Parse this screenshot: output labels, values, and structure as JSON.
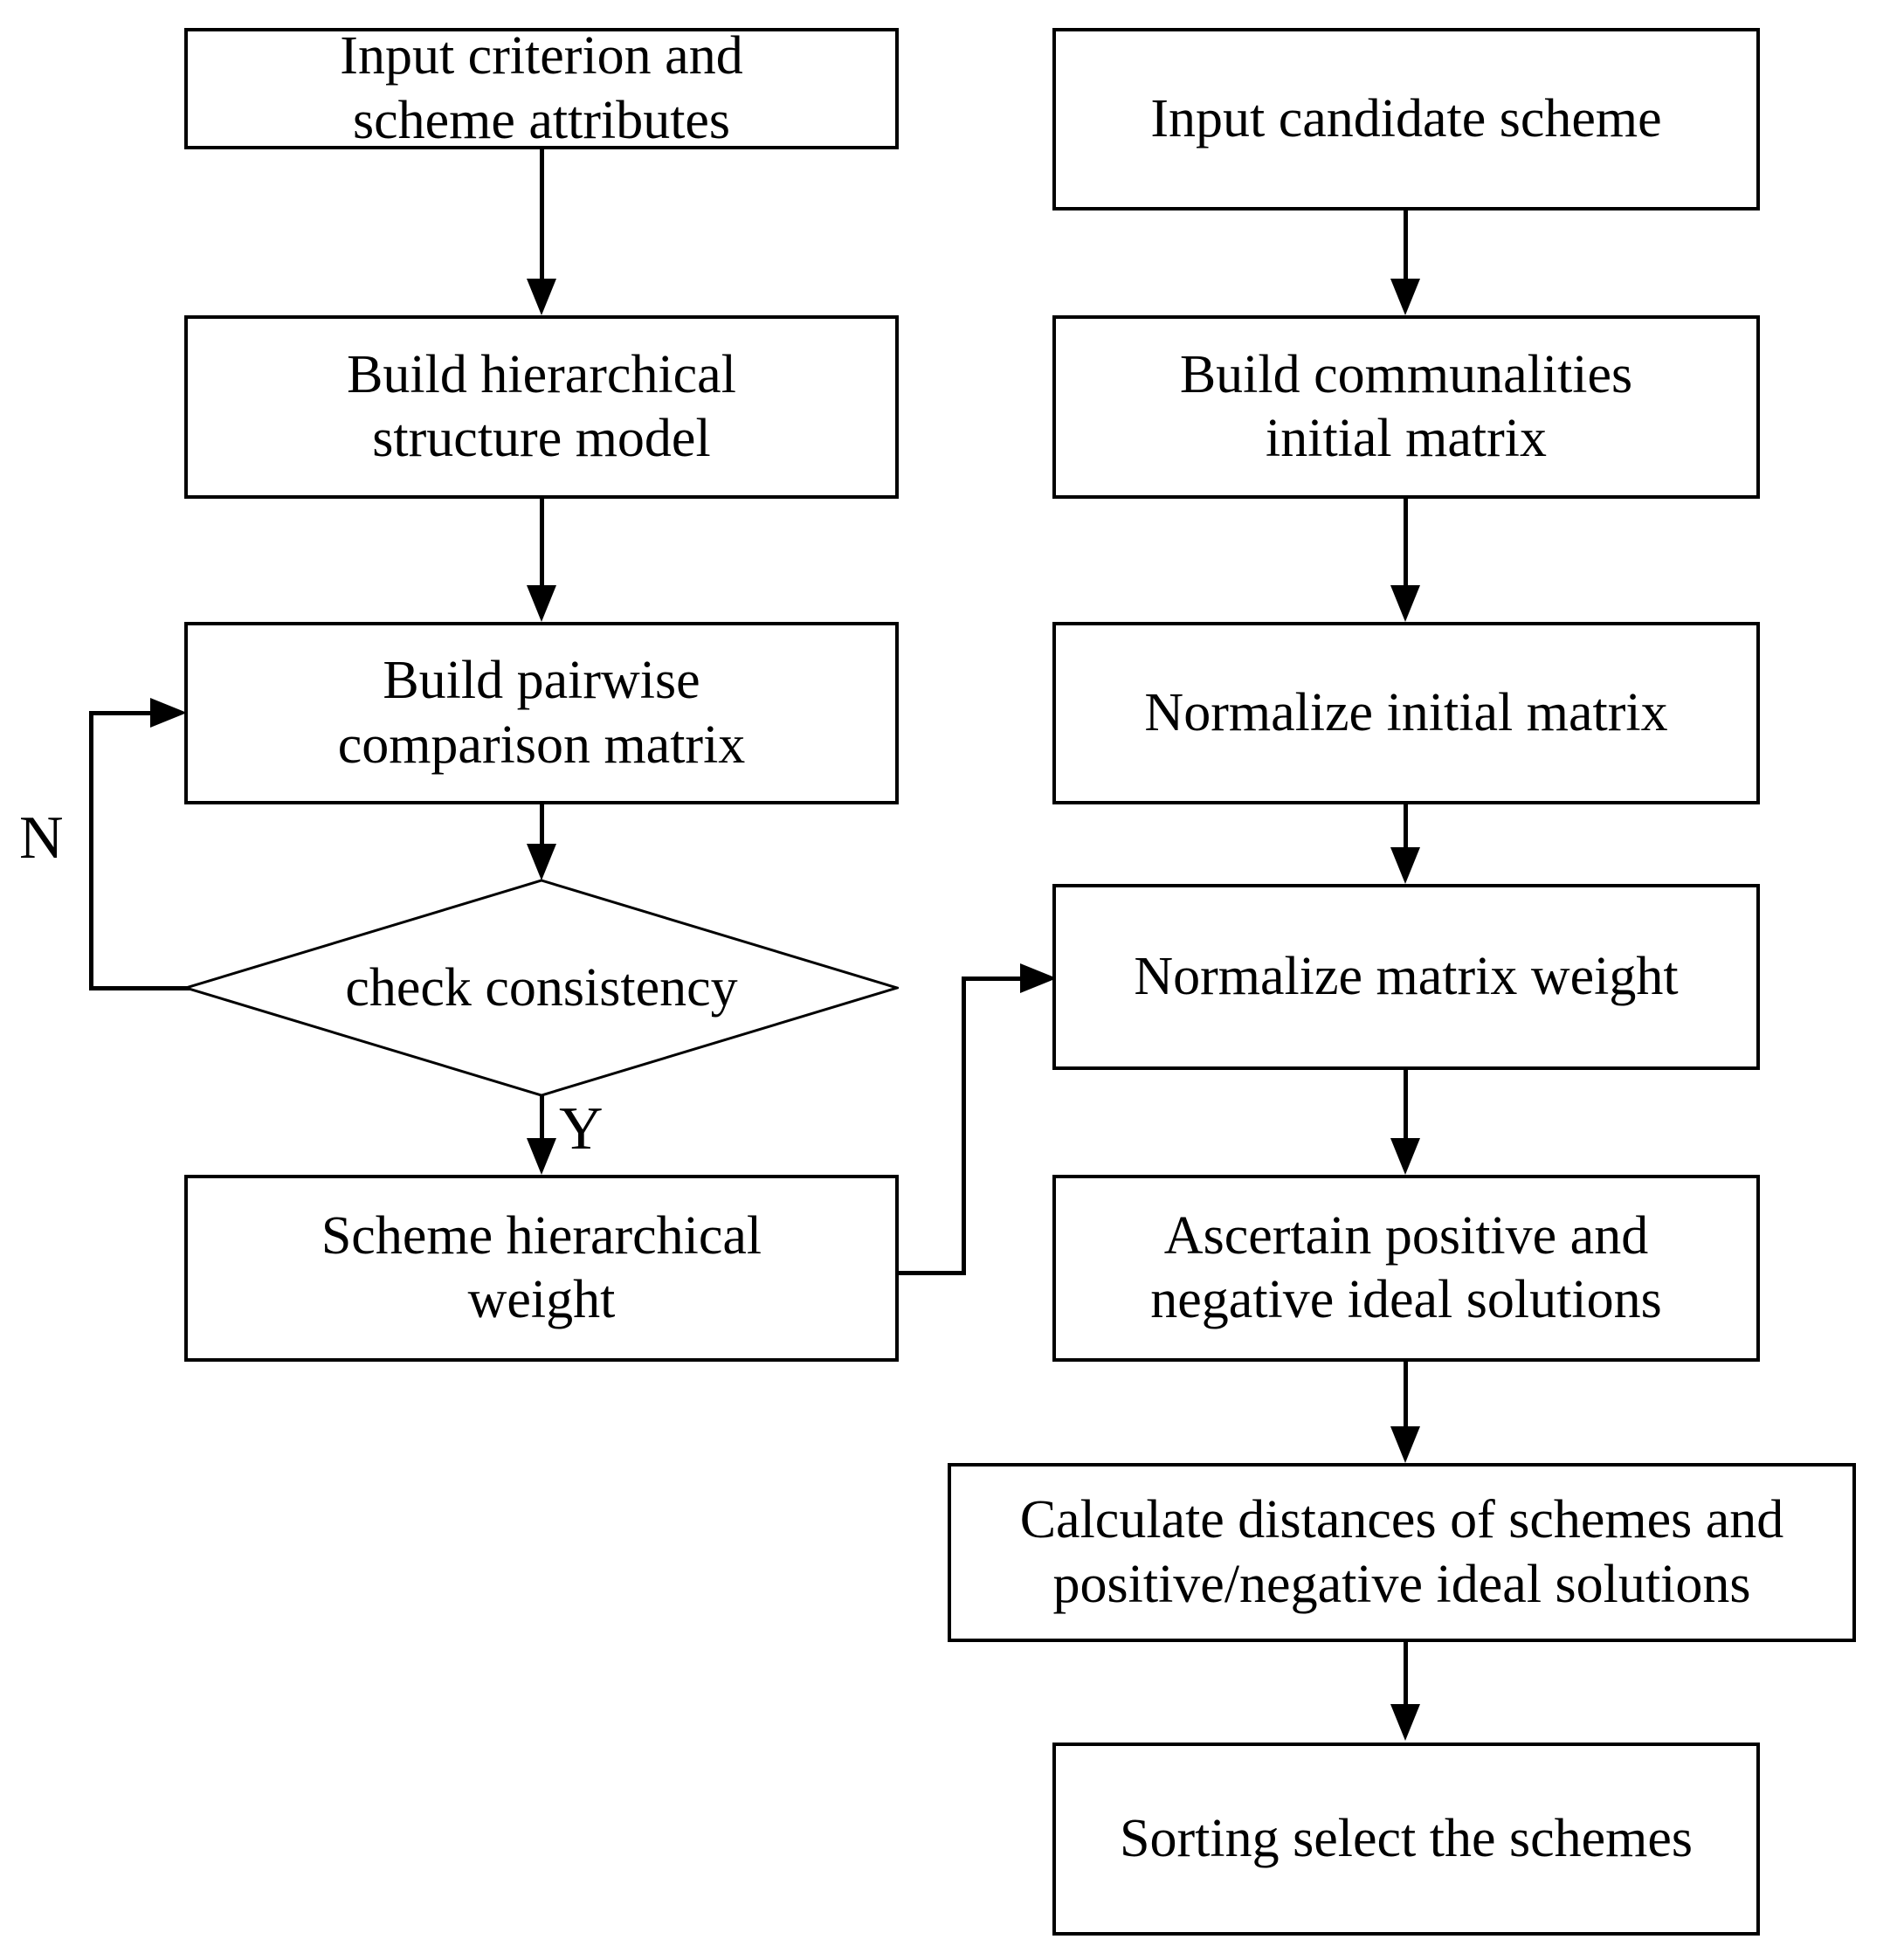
{
  "diagram": {
    "title": "AHP and TOPSIS scheme evaluation flowchart",
    "type": "flowchart",
    "line_color": "#000000",
    "fill_color": "#ffffff",
    "text_color": "#000000"
  },
  "left_column": {
    "input_criterion": "Input criterion and\nscheme  attributes",
    "build_hierarchy": "Build hierarchical\nstructure model",
    "build_pairwise": "Build pairwise\ncomparison matrix",
    "check_consistency": "check consistency",
    "scheme_weight": "Scheme hierarchical\nweight"
  },
  "right_column": {
    "input_candidate": "Input candidate scheme",
    "build_communalities": "Build communalities\ninitial matrix",
    "normalize_initial": "Normalize initial matrix",
    "normalize_weight": "Normalize matrix weight",
    "ascertain_ideal": "Ascertain positive and\nnegative ideal solutions",
    "calculate_distances": "Calculate distances of schemes and\npositive/negative ideal solutions",
    "sorting_select": "Sorting select the schemes"
  },
  "branch_labels": {
    "no": "N",
    "yes": "Y"
  }
}
